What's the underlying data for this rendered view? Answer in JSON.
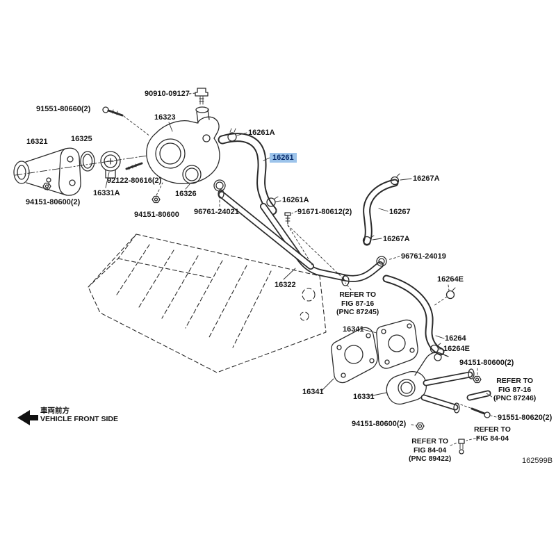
{
  "diagram": {
    "code": "162599B",
    "highlighted_part": "16261"
  },
  "colors": {
    "highlight_bg": "#9cc3ea",
    "highlight_text": "#0a2e6e",
    "line_color": "#2b2b2b"
  },
  "parts": {
    "p90910_09127": "90910-09127",
    "p91551_80660": "91551-80660(2)",
    "p16323": "16323",
    "p16261A": "16261A",
    "p16321": "16321",
    "p16325": "16325",
    "p16261": "16261",
    "p16267A": "16267A",
    "p92122_80616": "92122-80616(2)",
    "p16331A": "16331A",
    "p16326": "16326",
    "p94151_80600_2": "94151-80600(2)",
    "p94151_80600": "94151-80600",
    "p96761_24021": "96761-24021",
    "p91671_80612": "91671-80612(2)",
    "p16267": "16267",
    "p96761_24019": "96761-24019",
    "p16264E": "16264E",
    "p16322": "16322",
    "p16341": "16341",
    "p16264": "16264",
    "p16331": "16331",
    "p91551_80620": "91551-80620(2)"
  },
  "notes": {
    "fig8716_87245": "REFER TO\nFIG 87-16\n(PNC 87245)",
    "fig8716_87246": "REFER TO\nFIG 87-16\n(PNC 87246)",
    "fig8404": "REFER TO\nFIG 84-04",
    "fig8404_89422": "REFER TO\nFIG 84-04\n(PNC 89422)"
  },
  "footer": {
    "vehicle_front_jp": "車両前方",
    "vehicle_front_en": "VEHICLE FRONT SIDE"
  }
}
